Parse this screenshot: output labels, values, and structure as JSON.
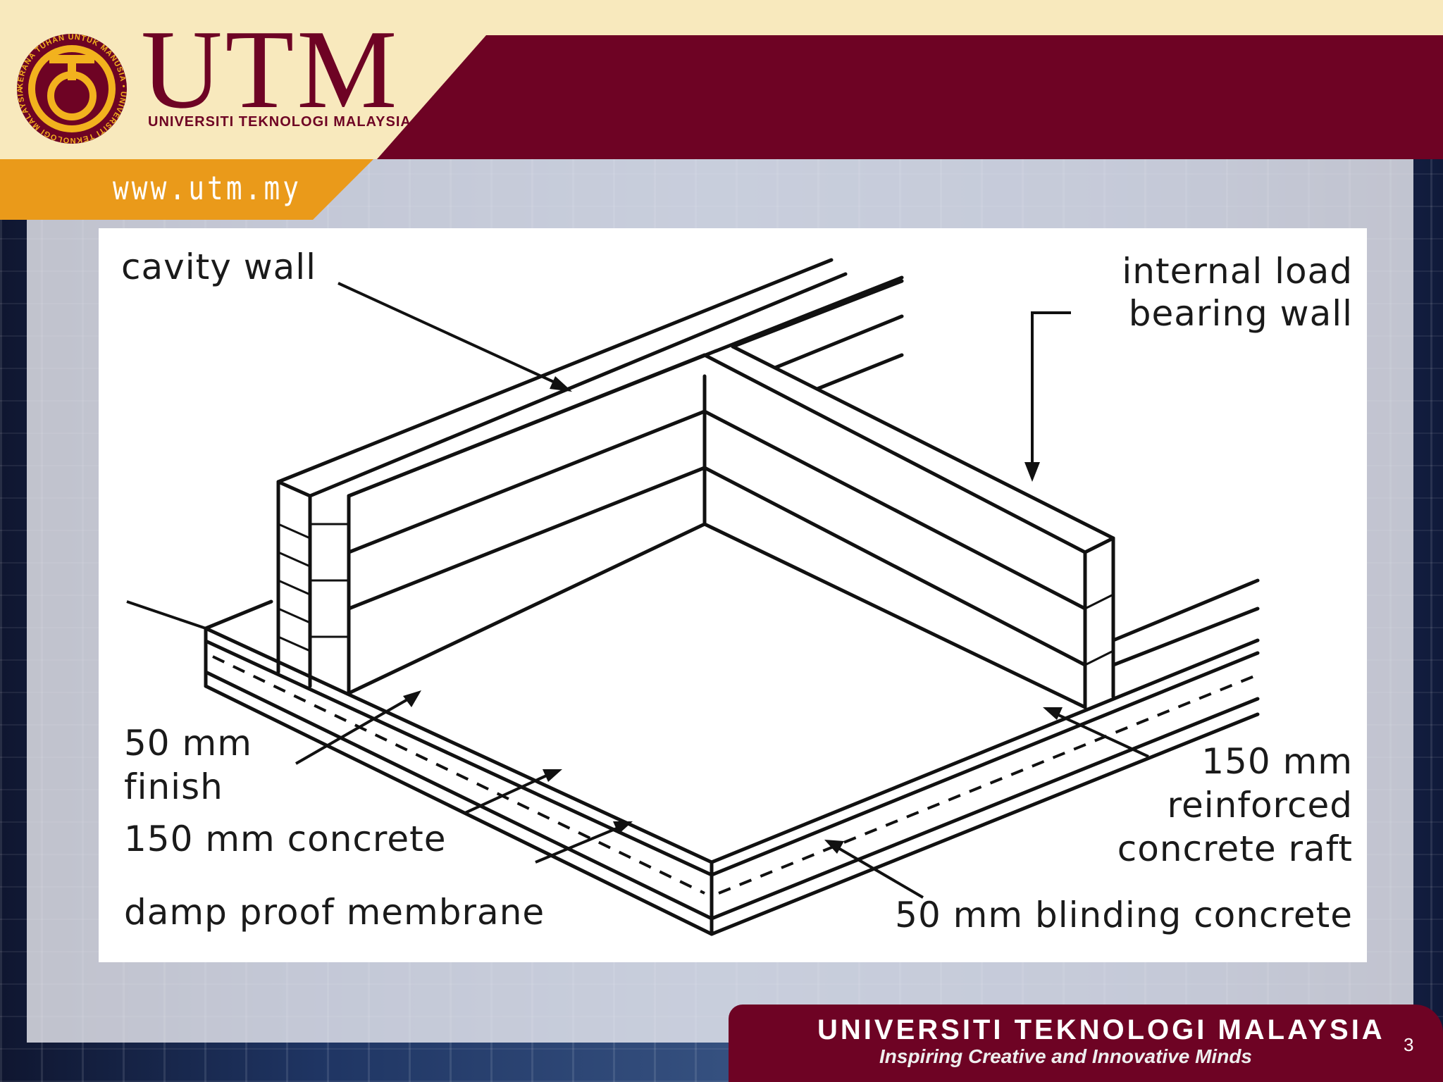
{
  "header": {
    "logo_text": "UTM",
    "logo_subtitle": "UNIVERSITI TEKNOLOGI MALAYSIA",
    "seal_text": "KERANA TUHAN UNTUK MANUSIA • UNIVERSITI TEKNOLOGI MALAYSIA",
    "url": "www.utm.my"
  },
  "diagram": {
    "labels": {
      "cavity_wall": "cavity wall",
      "internal_wall_line1": "internal load",
      "internal_wall_line2": "bearing wall",
      "finish_line1": "50 mm",
      "finish_line2": "finish",
      "concrete": "150 mm concrete",
      "dpm": "damp proof membrane",
      "raft_line1": "150 mm",
      "raft_line2": "reinforced",
      "raft_line3": "concrete raft",
      "blinding": "50 mm blinding concrete"
    }
  },
  "footer": {
    "title": "UNIVERSITI TEKNOLOGI MALAYSIA",
    "tagline": "Inspiring Creative and Innovative Minds",
    "page_number": "3"
  },
  "colors": {
    "maroon": "#6e0324",
    "cream": "#f8e9bd",
    "orange": "#ea9a1a"
  }
}
